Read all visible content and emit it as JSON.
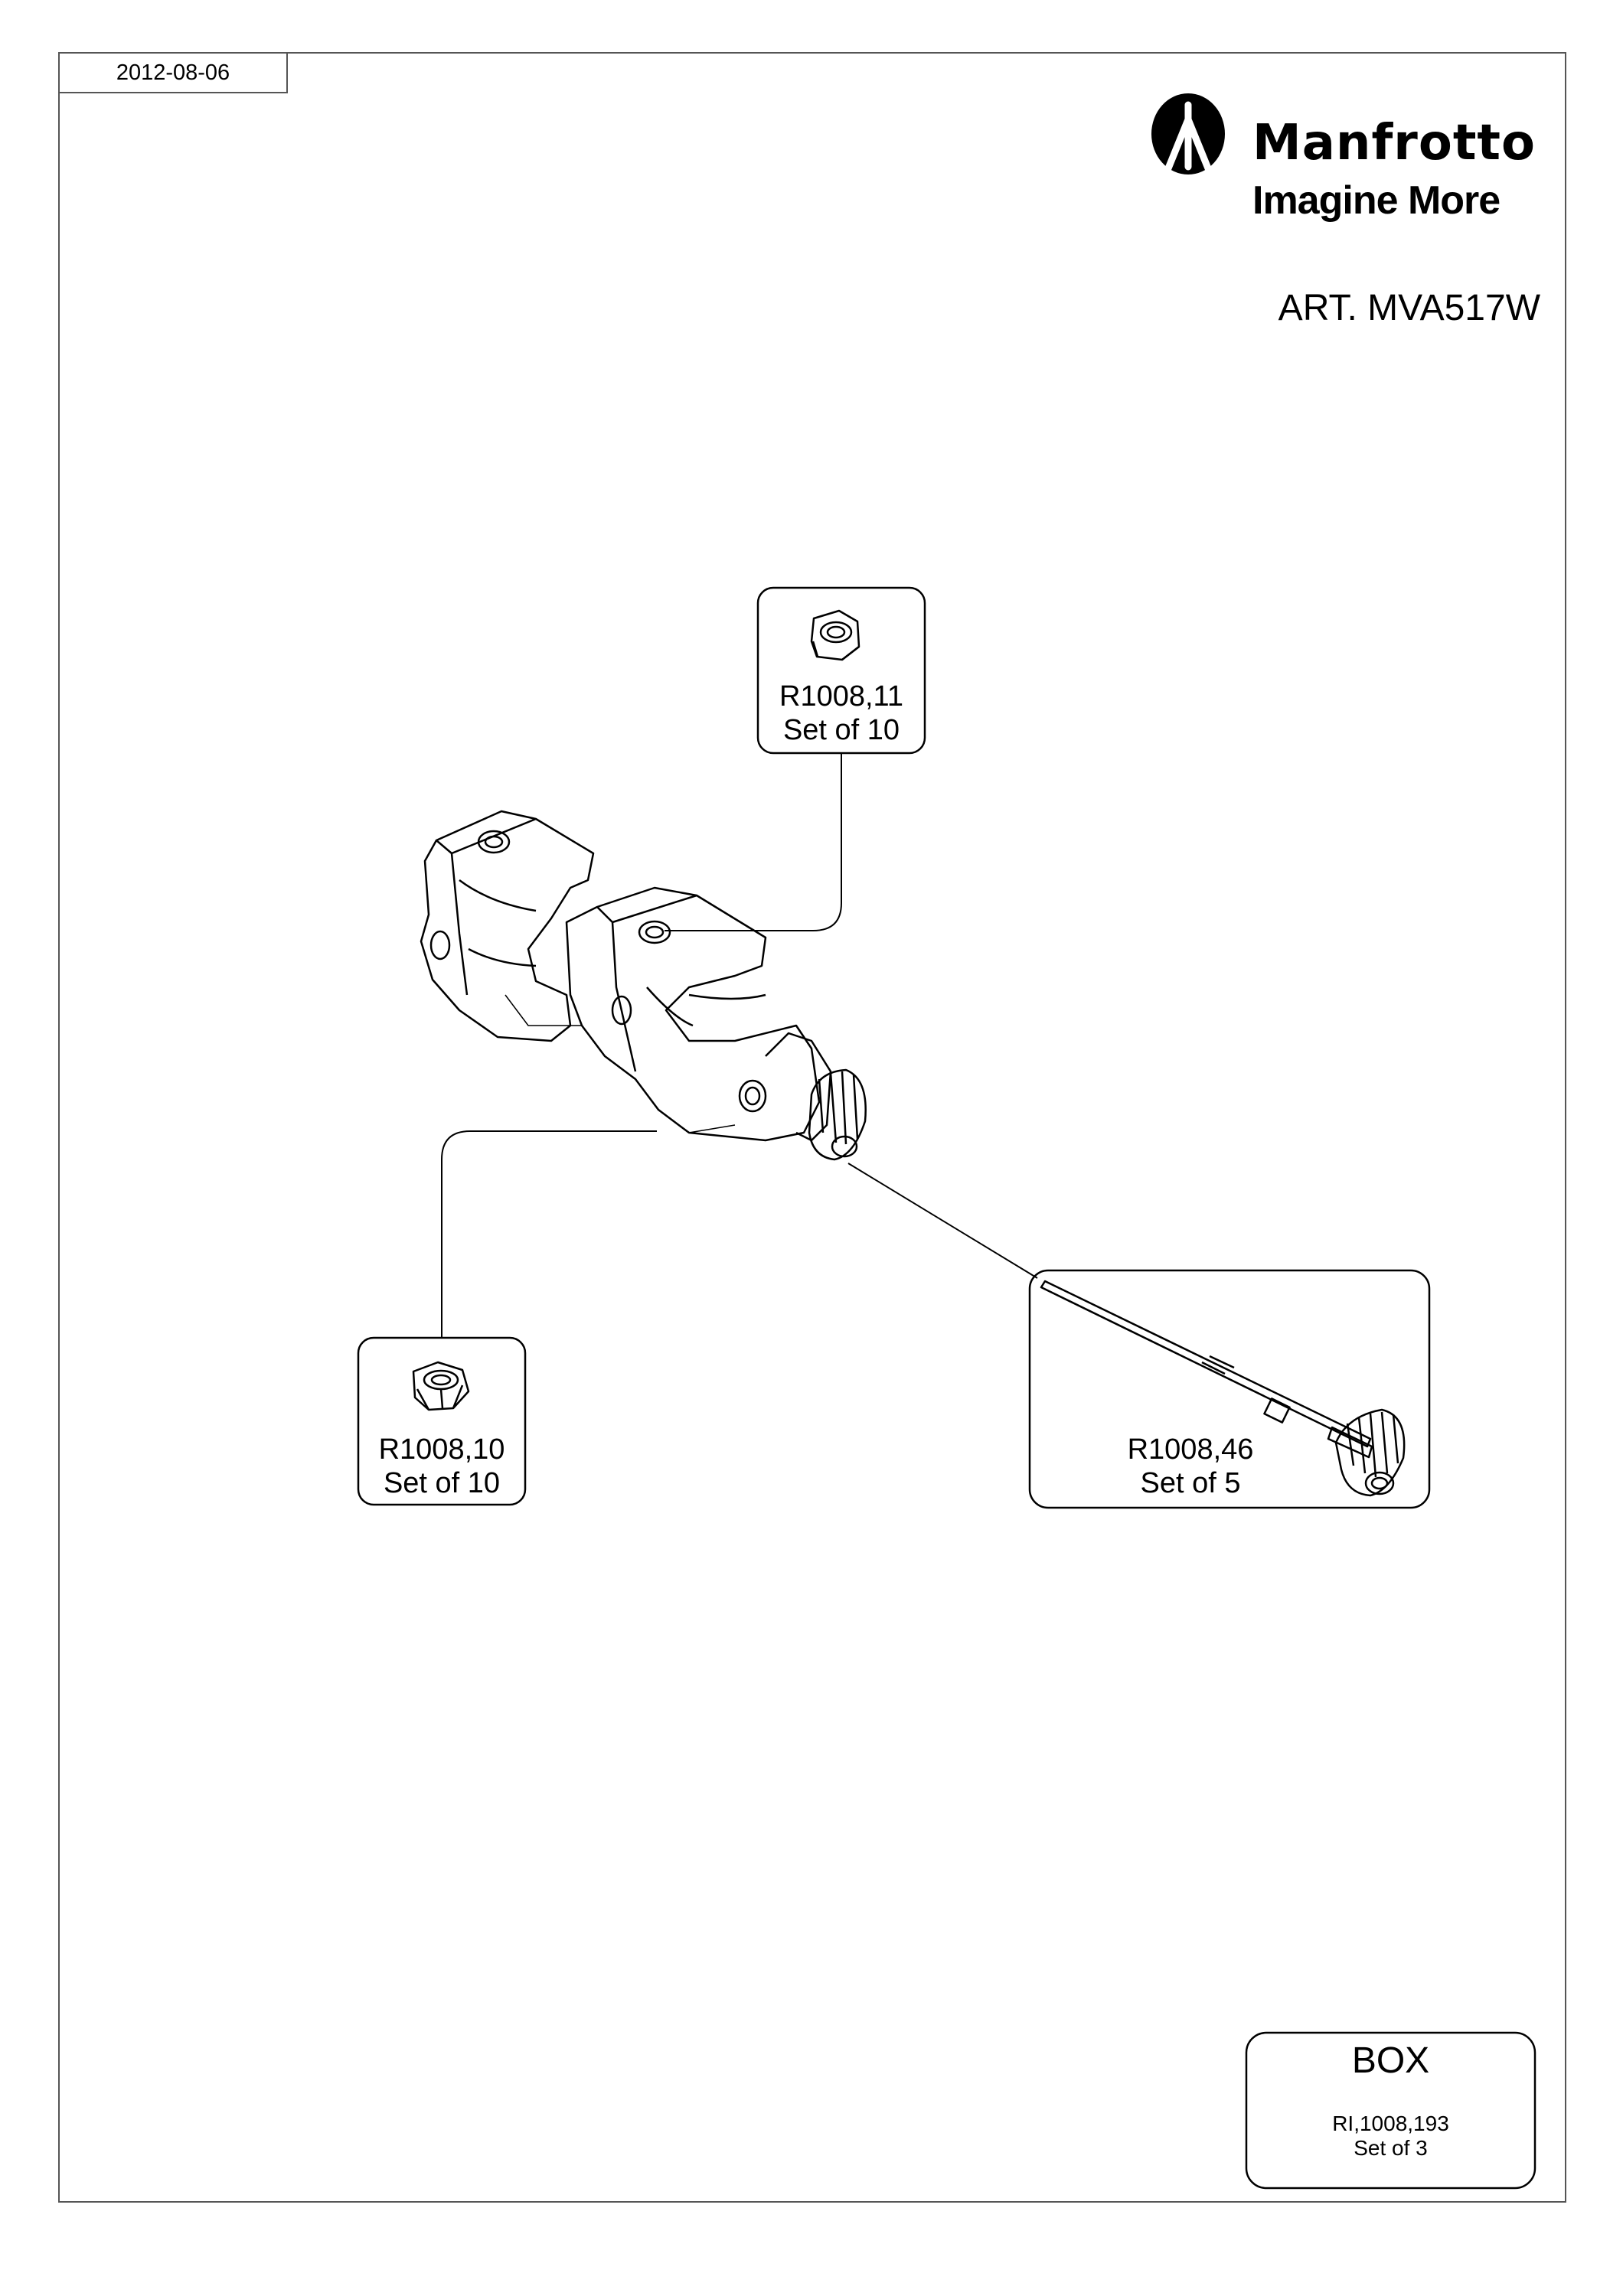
{
  "date": "2012-08-06",
  "brand": {
    "name": "Manfrotto",
    "tagline": "Imagine More",
    "logo_icon": "manfrotto-tripod-logo"
  },
  "article": "ART. MVA517W",
  "callouts": [
    {
      "code": "R1008,11",
      "qty": "Set of 10",
      "icon": "lock-nut-icon"
    },
    {
      "code": "R1008,10",
      "qty": "Set of 10",
      "icon": "hex-nut-icon"
    },
    {
      "code": "R1008,46",
      "qty": "Set of 5",
      "icon": "knob-screw-icon"
    }
  ],
  "box": {
    "title": "BOX",
    "code": "RI,1008,193",
    "qty": "Set of 3"
  },
  "colors": {
    "line": "#000000",
    "frame": "#555555",
    "shade": "#cfcfcf"
  }
}
